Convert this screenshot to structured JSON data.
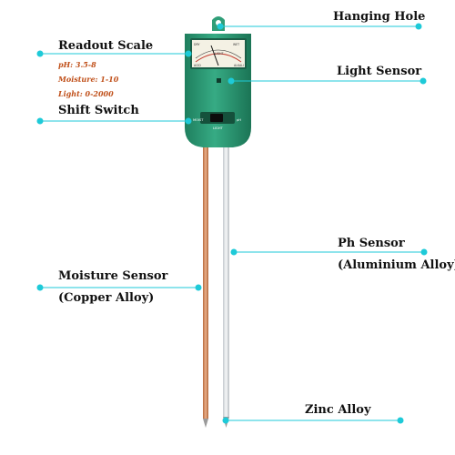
{
  "labels": {
    "hanging_hole": "Hanging  Hole",
    "readout_scale": "Readout Scale",
    "light_sensor": "Light Sensor",
    "shift_switch": "Shift Switch",
    "ph_sensor": "Ph Sensor",
    "ph_sensor_material": "(Aluminium Alloy)",
    "moisture_sensor": "Moisture Sensor",
    "moisture_sensor_material": "(Copper Alloy)",
    "zinc_alloy": "Zinc Alloy"
  },
  "readout_specs": {
    "ph": "pH: 3.5-8",
    "moisture": "Moisture: 1-10",
    "light": "Light: 0-2000"
  },
  "device": {
    "scale_words": [
      "DRY",
      "WET",
      "ACID",
      "ALKALI",
      "LIGHT"
    ],
    "switch_left": "MOIST",
    "switch_right": "pH",
    "switch_bottom": "LIGHT"
  },
  "colors": {
    "callout": "#1ecad8",
    "body_green": "#2f9e78",
    "spec_text": "#c0501a",
    "copper_probe": "#d98e62",
    "aluminium_probe": "#e4e7ea"
  }
}
